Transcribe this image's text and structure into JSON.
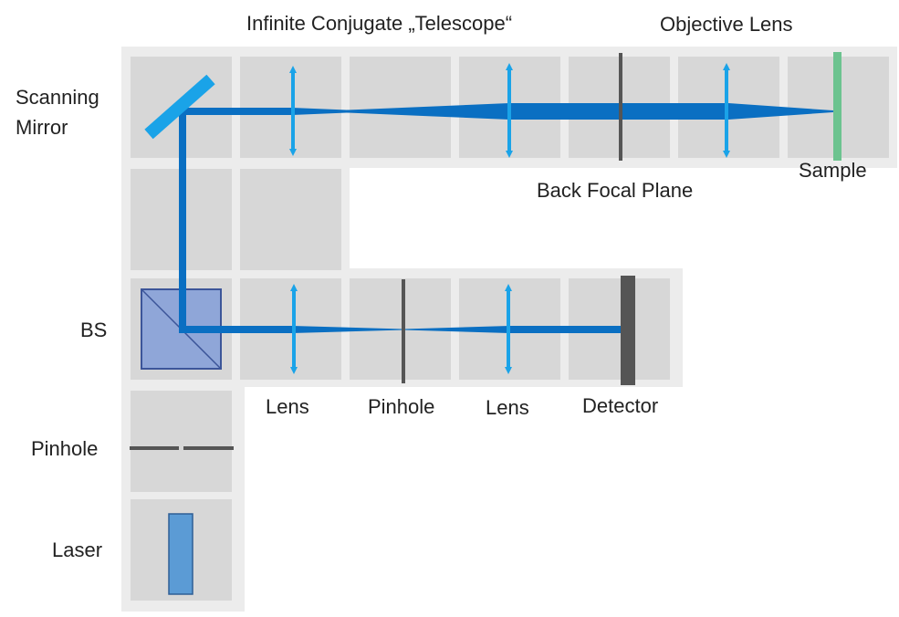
{
  "labels": {
    "telescope": "Infinite Conjugate „Telescope“",
    "objective_lens": "Objective Lens",
    "scanning_mirror_line1": "Scanning",
    "scanning_mirror_line2": "Mirror",
    "back_focal_plane": "Back Focal Plane",
    "sample": "Sample",
    "bs": "BS",
    "lens_left": "Lens",
    "pinhole_detection": "Pinhole",
    "lens_right": "Lens",
    "detector": "Detector",
    "pinhole_source": "Pinhole",
    "laser": "Laser"
  },
  "colors": {
    "beam": "#0a6fc2",
    "lens_arrow": "#1aa3e8",
    "mirror": "#1aa3e8",
    "beam_splitter": "#8fa6d8",
    "laser": "#5b9bd5",
    "sample": "#6cc38f",
    "aperture": "#555555",
    "cell": "#d7d7d7",
    "tray": "#ececec"
  }
}
